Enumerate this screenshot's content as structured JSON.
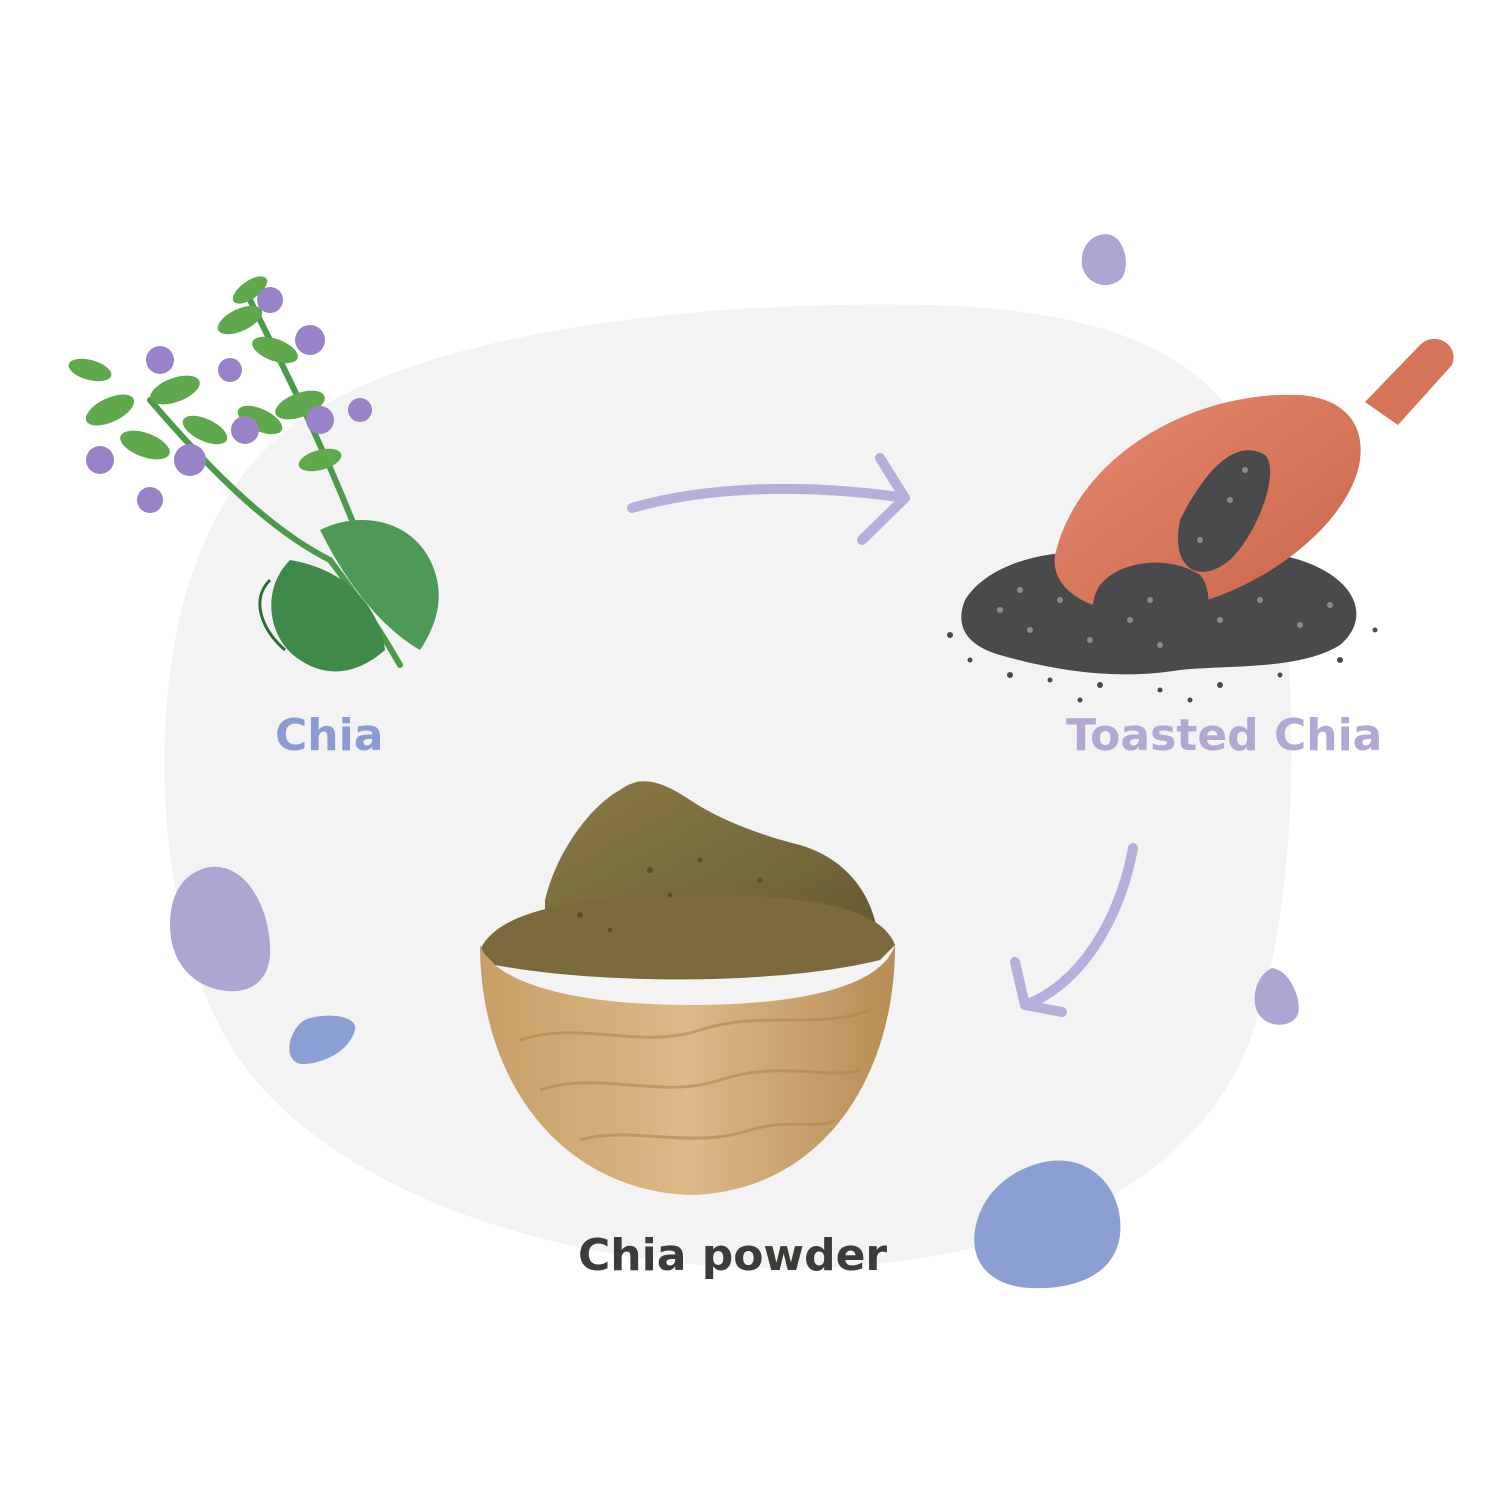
{
  "steps": [
    {
      "label": "Chia",
      "color": "#8d9bd4",
      "icon": "chia-plant-icon"
    },
    {
      "label": "Toasted Chia",
      "color": "#b2a8d3",
      "icon": "wooden-scoop-seeds-icon"
    },
    {
      "label": "Chia powder",
      "color": "#3a3c38",
      "icon": "wooden-bowl-powder-icon"
    }
  ],
  "colors": {
    "background_blob": "#f3f3f3",
    "arrow": "#b7aedb",
    "dot_lavender": "#ada5d2",
    "dot_blue": "#8b9fd3"
  }
}
